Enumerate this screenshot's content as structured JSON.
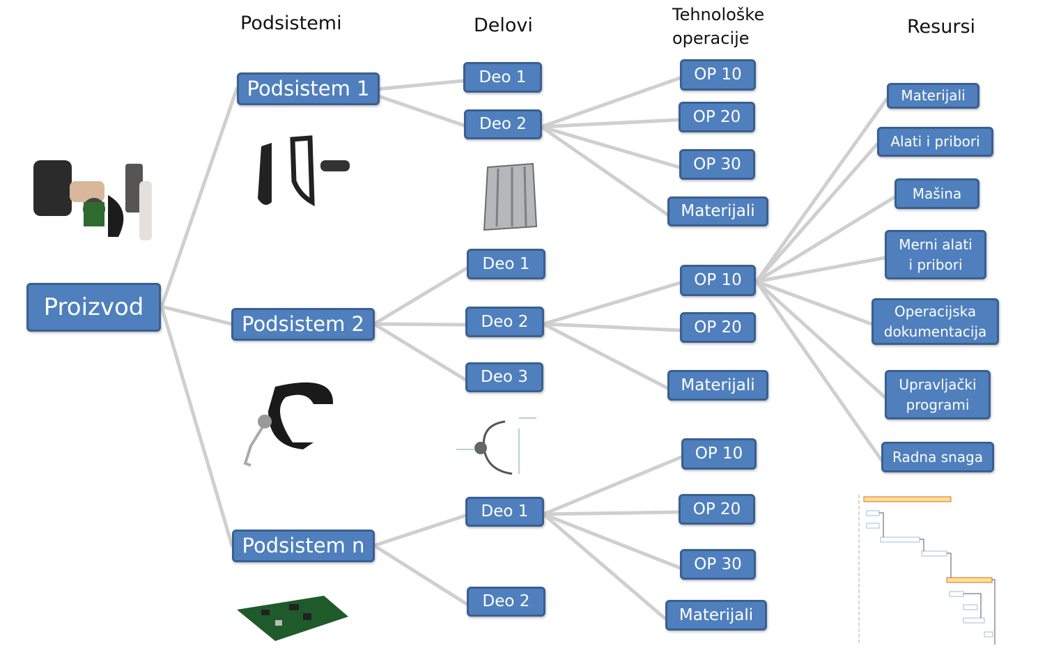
{
  "headers": {
    "subsystems": "Podsistemi",
    "parts": "Delovi",
    "operations_line1": "Tehnološke",
    "operations_line2": "operacije",
    "resources": "Resursi"
  },
  "product": {
    "label": "Proizvod"
  },
  "subsystems": [
    {
      "label": "Podsistem 1",
      "parts": [
        {
          "label": "Deo 1",
          "ops": []
        },
        {
          "label": "Deo 2",
          "ops": [
            "OP 10",
            "OP 20",
            "OP 30",
            "Materijali"
          ]
        }
      ]
    },
    {
      "label": "Podsistem 2",
      "parts": [
        {
          "label": "Deo 1",
          "ops": []
        },
        {
          "label": "Deo 2",
          "ops": [
            "OP 10",
            "OP 20",
            "Materijali"
          ]
        },
        {
          "label": "Deo 3",
          "ops": []
        }
      ]
    },
    {
      "label": "Podsistem n",
      "parts": [
        {
          "label": "Deo 1",
          "ops": [
            "OP 10",
            "OP 20",
            "OP 30",
            "Materijali"
          ]
        },
        {
          "label": "Deo 2",
          "ops": []
        }
      ]
    }
  ],
  "resources": [
    {
      "line1": "Materijali",
      "line2": ""
    },
    {
      "line1": "Alati i pribori",
      "line2": ""
    },
    {
      "line1": "Mašina",
      "line2": ""
    },
    {
      "line1": "Merni alati",
      "line2": "i pribori"
    },
    {
      "line1": "Operacijska",
      "line2": "dokumentacija"
    },
    {
      "line1": "Upravljački",
      "line2": "programi"
    },
    {
      "line1": "Radna snaga",
      "line2": ""
    }
  ],
  "colors": {
    "box_fill": "#4f7fbd",
    "box_border": "#3a5f91",
    "connector": "#cfcfcf"
  }
}
